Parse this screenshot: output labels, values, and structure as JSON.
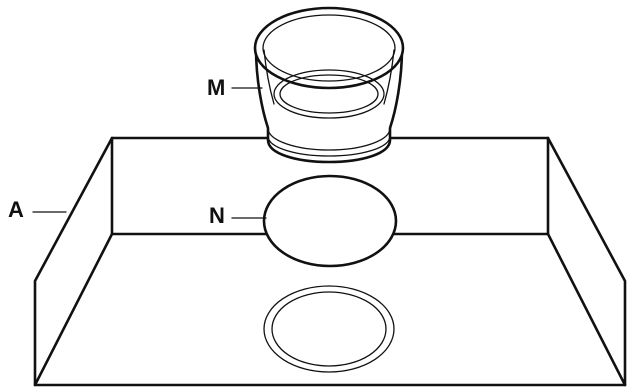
{
  "labels": {
    "sleeve": "M",
    "opening": "N",
    "tray": "A"
  },
  "colors": {
    "line": "#111111",
    "background": "#ffffff"
  }
}
